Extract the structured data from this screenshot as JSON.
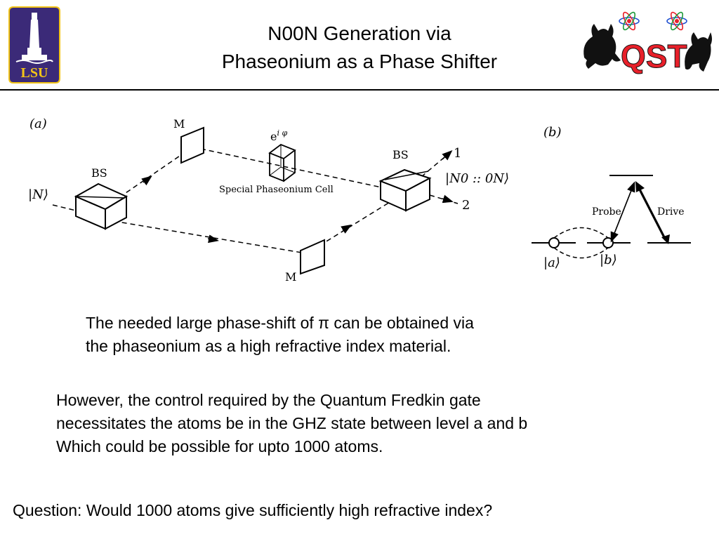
{
  "slide": {
    "title_line1": "N00N Generation via",
    "title_line2": "Phaseonium as a Phase Shifter"
  },
  "logos": {
    "left_text": "LSU",
    "left_icon": "lsu-tower-logo",
    "right_text": "QST",
    "right_icon": "qst-cats-atoms-logo"
  },
  "diagram_a": {
    "panel_label": "(a)",
    "input_state": "|N⟩",
    "beam_splitter_left": "BS",
    "mirror_top": "M",
    "mirror_bottom": "M",
    "phase_factor": "e",
    "phase_exponent": "i φ",
    "cell_label": "Special Phaseonium Cell",
    "beam_splitter_right": "BS",
    "output_1": "1",
    "output_2": "2",
    "output_state": "|N0 :: 0N⟩"
  },
  "diagram_b": {
    "panel_label": "(b)",
    "probe_label": "Probe",
    "drive_label": "Drive",
    "state_a": "|a⟩",
    "state_b": "|b⟩"
  },
  "text": {
    "para1_line1": "The needed large phase-shift of π can be obtained via",
    "para1_line2": "the phaseonium as a high refractive index material.",
    "para2_line1": "However, the control required by the Quantum Fredkin gate",
    "para2_line2": "necessitates the atoms be in the GHZ state between level a and b",
    "para2_line3": "Which could be possible for upto 1000 atoms.",
    "question": "Question: Would 1000 atoms give sufficiently high refractive index?"
  },
  "colors": {
    "lsu_purple": "#3b2a78",
    "lsu_gold": "#f2c417",
    "qst_red": "#e8202a",
    "qst_green": "#1f9a3b",
    "qst_orange": "#f08a1c"
  }
}
